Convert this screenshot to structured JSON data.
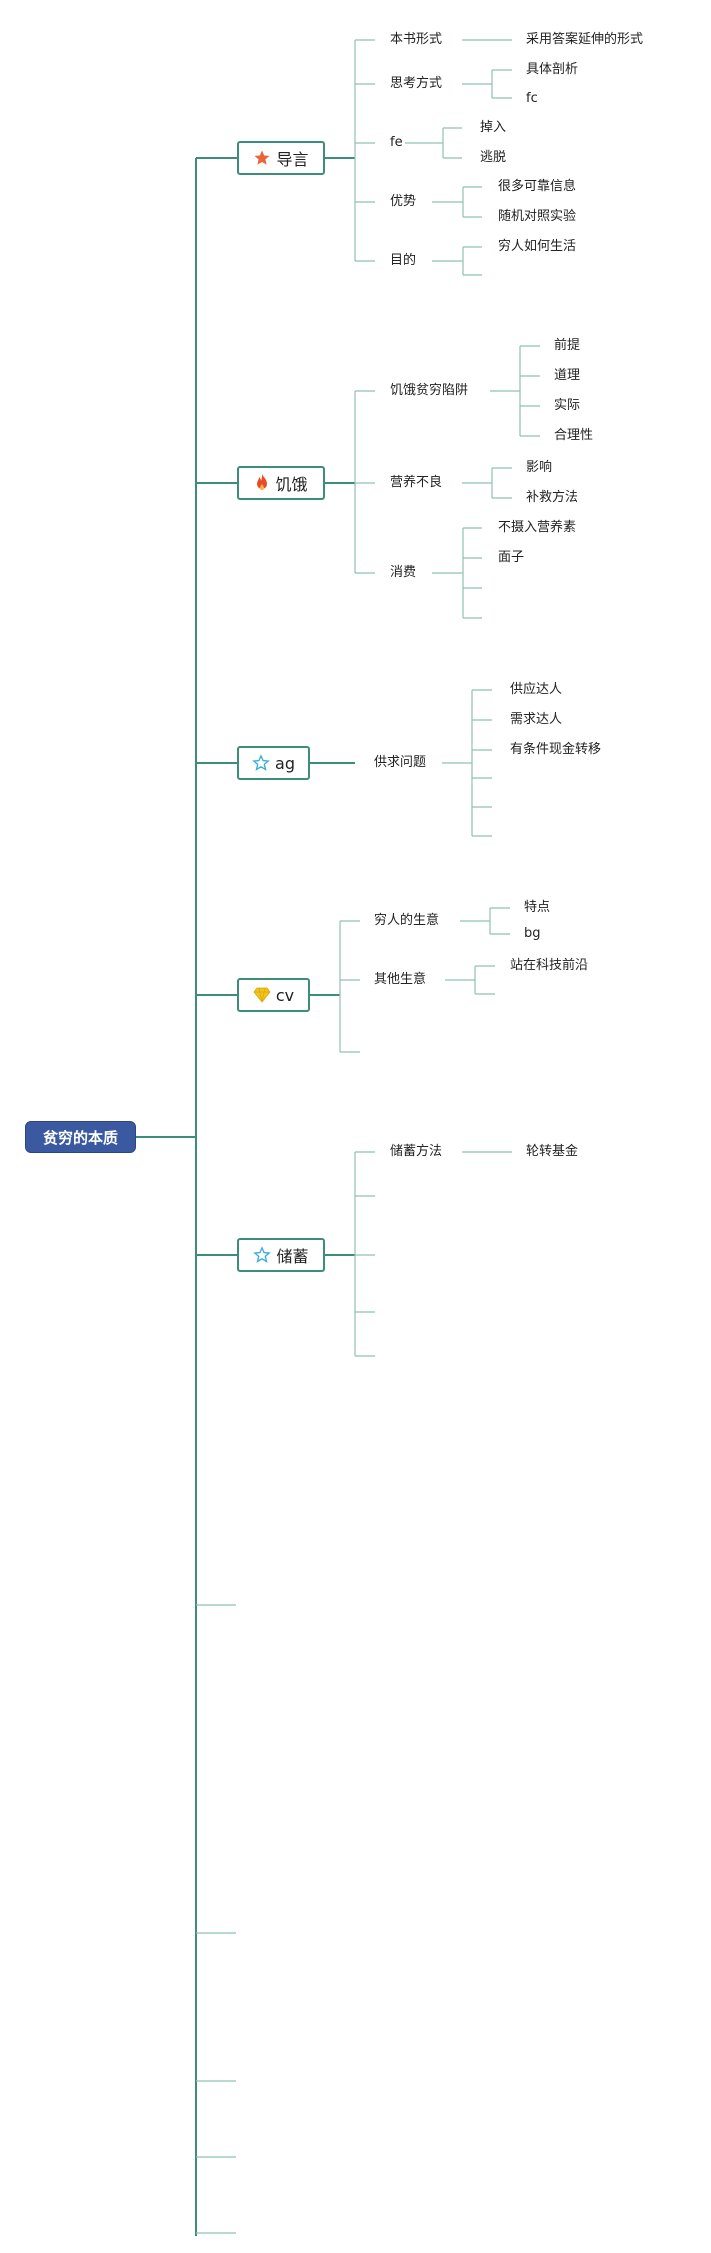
{
  "root": {
    "label": "贫穷的本质"
  },
  "branches": [
    {
      "label": "导言",
      "icon": "star-filled-icon",
      "icon_color": "#e8663a",
      "children": [
        {
          "label": "本书形式",
          "children": [
            "采用答案延伸的形式"
          ]
        },
        {
          "label": "思考方式",
          "children": [
            "具体剖析",
            "fc"
          ]
        },
        {
          "label": "fe",
          "children": [
            "掉入",
            "逃脱"
          ]
        },
        {
          "label": "优势",
          "children": [
            "很多可靠信息",
            "随机对照实验"
          ]
        },
        {
          "label": "目的",
          "children": [
            "穷人如何生活"
          ]
        }
      ]
    },
    {
      "label": "饥饿",
      "icon": "fire-icon",
      "icon_color": "#e84a2a",
      "children": [
        {
          "label": "饥饿贫穷陷阱",
          "children": [
            "前提",
            "道理",
            "实际",
            "合理性"
          ]
        },
        {
          "label": "营养不良",
          "children": [
            "影响",
            "补救方法"
          ]
        },
        {
          "label": "消费",
          "children": [
            "不摄入营养素",
            "面子"
          ]
        }
      ]
    },
    {
      "label": "ag",
      "icon": "star-outline-icon",
      "icon_color": "#3aaed8",
      "children": [
        {
          "label": "供求问题",
          "children": [
            "供应达人",
            "需求达人",
            "有条件现金转移"
          ]
        }
      ]
    },
    {
      "label": "cv",
      "icon": "diamond-icon",
      "icon_color": "#f0c419",
      "children": [
        {
          "label": "穷人的生意",
          "children": [
            "特点",
            "bg"
          ]
        },
        {
          "label": "其他生意",
          "children": [
            "站在科技前沿"
          ]
        }
      ]
    },
    {
      "label": "储蓄",
      "icon": "star-outline-icon",
      "icon_color": "#3aaed8",
      "children": [
        {
          "label": "储蓄方法",
          "children": [
            "轮转基金"
          ]
        }
      ]
    }
  ],
  "colors": {
    "root_fill": "#3b59a0",
    "line": "#3d8d7b",
    "line_light": "#8fc0b3"
  }
}
